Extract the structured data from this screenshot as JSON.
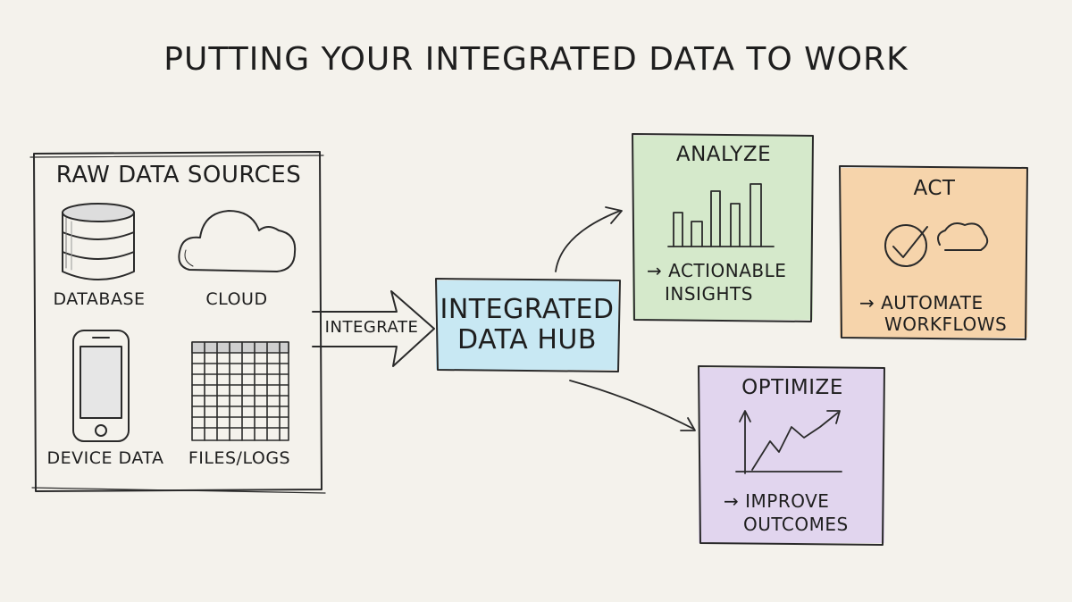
{
  "title": "PUTTING YOUR INTEGRATED DATA TO WORK",
  "sources": {
    "heading": "RAW DATA SOURCES",
    "items": [
      {
        "label": "DATABASE",
        "icon": "database-icon"
      },
      {
        "label": "CLOUD",
        "icon": "cloud-icon"
      },
      {
        "label": "DEVICE DATA",
        "icon": "smartphone-icon"
      },
      {
        "label": "FILES/LOGS",
        "icon": "spreadsheet-icon"
      }
    ]
  },
  "integrate_label": "INTEGRATE",
  "hub": {
    "line1": "INTEGRATED",
    "line2": "DATA HUB",
    "color": "#bfe6f4"
  },
  "analyze": {
    "heading": "ANALYZE",
    "line1": "→ ACTIONABLE",
    "line2": "INSIGHTS",
    "color": "#cfe8c6",
    "icon": "bar-chart-icon"
  },
  "act": {
    "heading": "ACT",
    "line1": "→ AUTOMATE",
    "line2": "WORKFLOWS",
    "color": "#f6cfa0",
    "icon": "check-cloud-icon"
  },
  "optimize": {
    "heading": "OPTIMIZE",
    "line1": "→ IMPROVE",
    "line2": "OUTCOMES",
    "color": "#ddd0ef",
    "icon": "trend-up-icon"
  }
}
